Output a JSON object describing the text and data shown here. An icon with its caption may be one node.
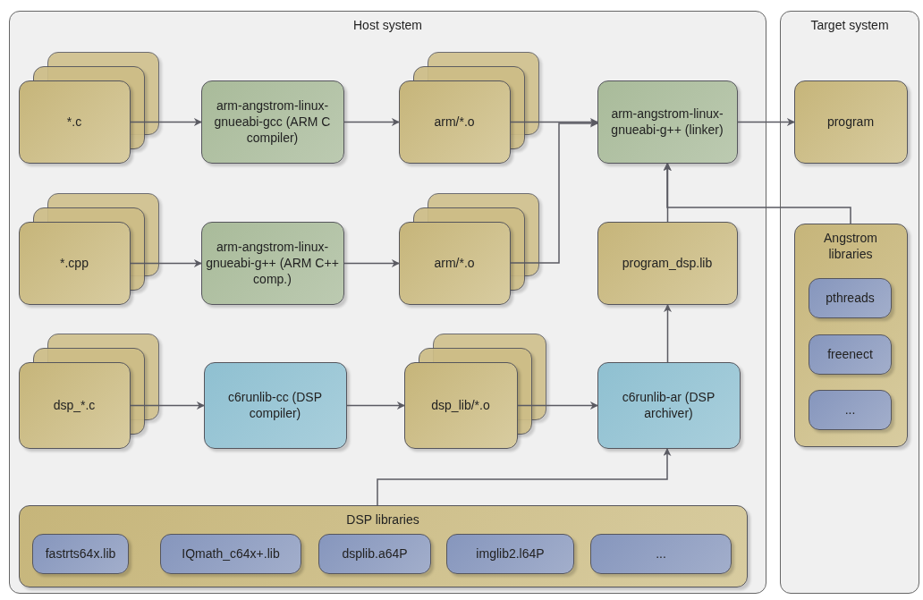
{
  "diagram": {
    "nodes": [
      {
        "text": [
          "Host system"
        ]
      },
      {
        "text": [
          "*.c"
        ],
        "in": 0
      },
      {
        "text": [
          "arm-angstrom-linux-gnueabi-gcc (ARM C compiler)"
        ],
        "in": 0
      },
      {
        "text": [
          "arm/*.o"
        ],
        "in": 0
      },
      {
        "text": [
          "arm-angstrom-linux-gnueabi-g++ (linker)"
        ],
        "in": 0
      },
      {
        "text": [
          "*.cpp"
        ],
        "in": 0
      },
      {
        "text": [
          "arm-angstrom-linux-gnueabi-g++ (ARM C++ comp.)"
        ],
        "in": 0
      },
      {
        "text": [
          "arm/*.o"
        ],
        "in": 0
      },
      {
        "text": [
          "program_dsp.lib"
        ],
        "in": 0
      },
      {
        "text": [
          "dsp_*.c"
        ],
        "in": 0
      },
      {
        "text": [
          "c6runlib-cc (DSP compiler)"
        ],
        "in": 0
      },
      {
        "text": [
          "dsp_lib/*.o"
        ],
        "in": 0
      },
      {
        "text": [
          "c6runlib-ar (DSP archiver)"
        ],
        "in": 0
      },
      {
        "text": [
          "DSP libraries"
        ],
        "in": 0
      },
      {
        "text": [
          "fastrts64x.lib"
        ],
        "in": 13
      },
      {
        "text": [
          "IQmath_c64x+.lib"
        ],
        "in": 13
      },
      {
        "text": [
          "dsplib.a64P"
        ],
        "in": 13
      },
      {
        "text": [
          "imglib2.l64P"
        ],
        "in": 13
      },
      {
        "text": [
          "..."
        ],
        "in": 13
      },
      {
        "text": [
          "Target system"
        ]
      },
      {
        "text": [
          "program"
        ],
        "in": 19
      },
      {
        "text": [
          "Angstrom libraries"
        ],
        "in": 19
      },
      {
        "text": [
          "pthreads"
        ],
        "in": 21
      },
      {
        "text": [
          "freenect"
        ],
        "in": 21
      },
      {
        "text": [
          "..."
        ],
        "in": 21
      }
    ],
    "edges": [
      {
        "from": 1,
        "to": 2,
        "arrow": "to"
      },
      {
        "from": 2,
        "to": 3,
        "arrow": "to"
      },
      {
        "from": 3,
        "to": 4,
        "arrow": "to"
      },
      {
        "from": 5,
        "to": 6,
        "arrow": "to"
      },
      {
        "from": 6,
        "to": 7,
        "arrow": "to"
      },
      {
        "from": 7,
        "to": 4,
        "arrow": "to"
      },
      {
        "from": 4,
        "to": 20,
        "arrow": "to"
      },
      {
        "from": 8,
        "to": 4,
        "arrow": "to"
      },
      {
        "from": 21,
        "to": 4,
        "arrow": "to"
      },
      {
        "from": 9,
        "to": 10,
        "arrow": "to"
      },
      {
        "from": 10,
        "to": 11,
        "arrow": "to"
      },
      {
        "from": 11,
        "to": 12,
        "arrow": "to"
      },
      {
        "from": 12,
        "to": 8,
        "arrow": "to"
      },
      {
        "from": 13,
        "to": 12,
        "arrow": "to"
      }
    ]
  }
}
